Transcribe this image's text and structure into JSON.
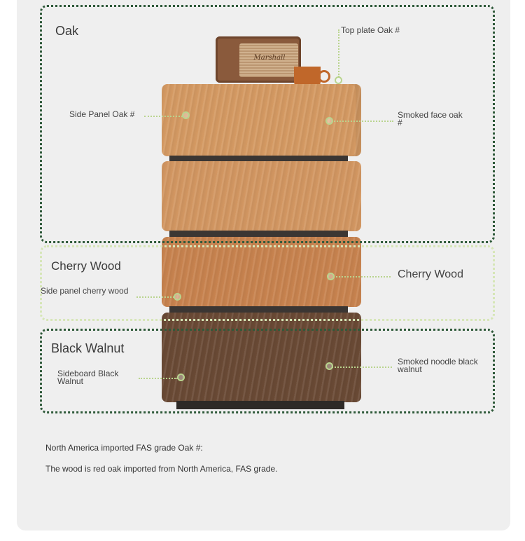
{
  "zones": {
    "oak": {
      "title": "Oak",
      "top_plate": "Top plate Oak #",
      "side_panel": "Side Panel Oak #",
      "smoked_face_line1": "Smoked face oak",
      "smoked_face_line2": "#"
    },
    "cherry": {
      "title": "Cherry Wood",
      "side_panel": "Side panel cherry wood",
      "face": "Cherry Wood"
    },
    "walnut": {
      "title": "Black Walnut",
      "sideboard_line1": "Sideboard Black",
      "sideboard_line2": "Walnut",
      "smoked_line1": "Smoked noodle black",
      "smoked_line2": "walnut"
    }
  },
  "speaker": {
    "brand": "Marshall"
  },
  "notes": {
    "line1": "North America imported FAS grade Oak #:",
    "line2": "The wood is red oak imported from North America, FAS grade."
  },
  "colors": {
    "oak": "#d59a63",
    "cherry": "#c8834f",
    "walnut": "#6a4a35",
    "dark_border": "#2f5a3a",
    "light_border": "#d6e6b7",
    "marker": "#b9d48e"
  }
}
